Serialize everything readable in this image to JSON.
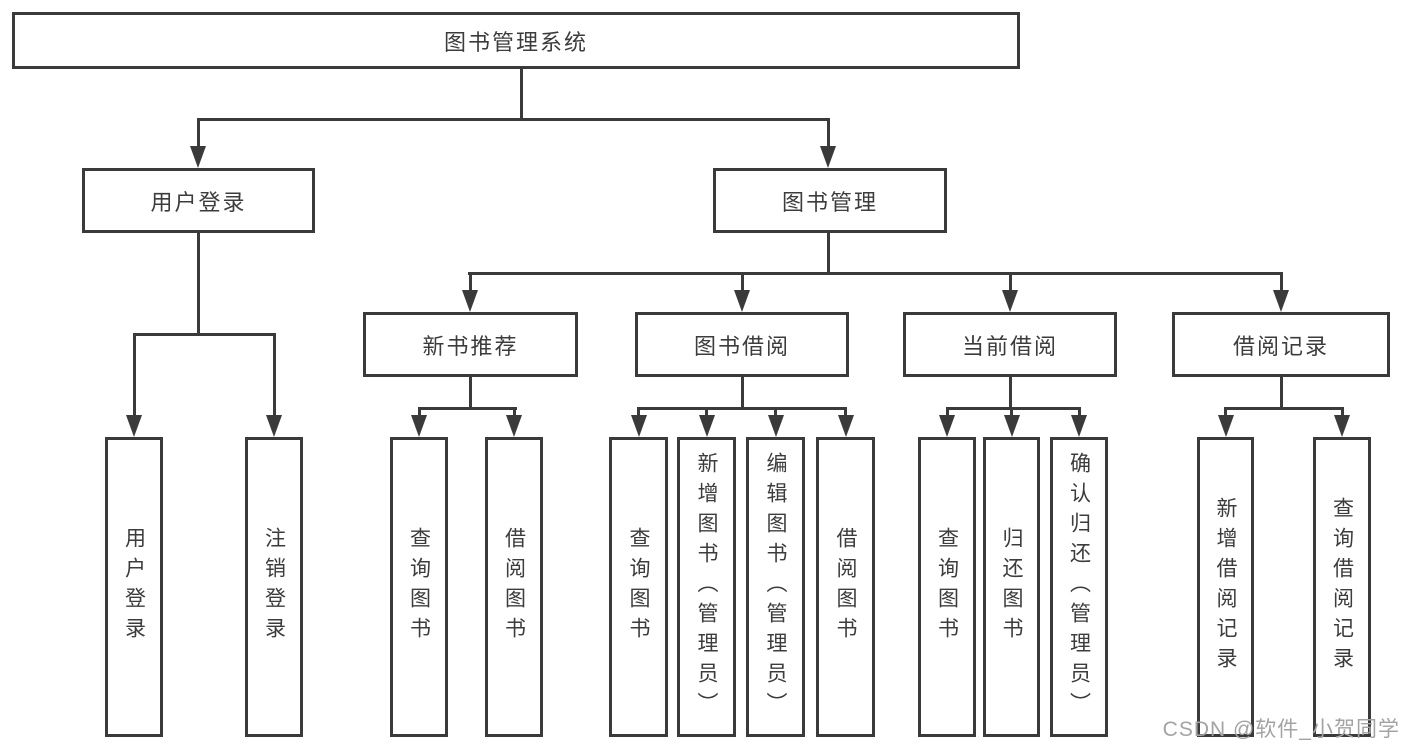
{
  "colors": {
    "line": "#3a3a3a",
    "text": "#3c3c3c",
    "node_fill": "#ffffff",
    "background": "#ffffff",
    "watermark": "#a3a3a3"
  },
  "diagram": {
    "root": {
      "label": "图书管理系统"
    },
    "branches": [
      {
        "label": "用户登录",
        "leaves": [
          "用户登录",
          "注销登录"
        ]
      },
      {
        "label": "图书管理",
        "children": [
          {
            "label": "新书推荐",
            "leaves": [
              "查询图书",
              "借阅图书"
            ]
          },
          {
            "label": "图书借阅",
            "leaves": [
              "查询图书",
              "新增图书（管理员）",
              "编辑图书（管理员）",
              "借阅图书"
            ]
          },
          {
            "label": "当前借阅",
            "leaves": [
              "查询图书",
              "归还图书",
              "确认归还（管理员）"
            ]
          },
          {
            "label": "借阅记录",
            "leaves": [
              "新增借阅记录",
              "查询借阅记录"
            ]
          }
        ]
      }
    ],
    "watermark": "CSDN @软件_小贺同学"
  }
}
